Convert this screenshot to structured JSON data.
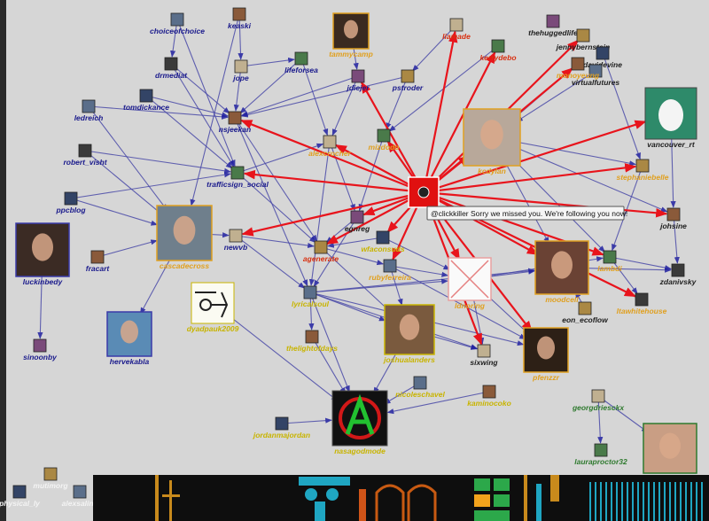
{
  "tooltip": "@clickkiller Sorry we missed you. We're following you now!",
  "colors": {
    "background": "#d6d6d6",
    "edge_blue": "#4a4aa8",
    "edge_red": "#e8141c",
    "hub": "#e01010"
  },
  "hub": {
    "name": "hub-node"
  },
  "nodes": [
    {
      "id": "choiceischoice",
      "label": "choiceofchoice",
      "color": "blue",
      "icon": "small"
    },
    {
      "id": "keaski",
      "label": "keaski",
      "color": "blue",
      "icon": "small"
    },
    {
      "id": "n_orange1",
      "label": "tammycamp",
      "color": "orange",
      "icon": "large"
    },
    {
      "id": "liamade",
      "label": "liamade",
      "color": "red",
      "icon": "small"
    },
    {
      "id": "kerrydebo",
      "label": "kerrydebo",
      "color": "red",
      "icon": "small"
    },
    {
      "id": "thehuggedlife",
      "label": "thehuggedlife",
      "color": "dark",
      "icon": "small"
    },
    {
      "id": "jennybernstein",
      "label": "jennybernstein",
      "color": "dark",
      "icon": "small"
    },
    {
      "id": "davidevine",
      "label": "davidevine",
      "color": "dark",
      "icon": "small"
    },
    {
      "id": "virtualfutures",
      "label": "virtualfutures",
      "color": "dark",
      "icon": "small"
    },
    {
      "id": "vancouver_rt",
      "label": "vancouver_rt",
      "color": "dark",
      "icon": "egg"
    },
    {
      "id": "drmediat",
      "label": "drmediat",
      "color": "blue",
      "icon": "small"
    },
    {
      "id": "jope",
      "label": "jope",
      "color": "blue",
      "icon": "small"
    },
    {
      "id": "lifeforsea",
      "label": "lifeforsea",
      "color": "blue",
      "icon": "small"
    },
    {
      "id": "n_blue_mid",
      "label": "jdiejer",
      "color": "blue",
      "icon": "small"
    },
    {
      "id": "pstroder",
      "label": "pstroder",
      "color": "blue",
      "icon": "small"
    },
    {
      "id": "tomdickance",
      "label": "tomdickance",
      "color": "blue",
      "icon": "small"
    },
    {
      "id": "ledreich",
      "label": "ledreich",
      "color": "blue",
      "icon": "small"
    },
    {
      "id": "n_blue_c1",
      "label": "nsjeekan",
      "color": "blue",
      "icon": "small"
    },
    {
      "id": "robert_visht",
      "label": "robert_visht",
      "color": "blue",
      "icon": "small"
    },
    {
      "id": "n_orange_c2",
      "label": "alexcrocher",
      "color": "orange",
      "icon": "small"
    },
    {
      "id": "n_orange_c3",
      "label": "mizdodo",
      "color": "orange",
      "icon": "small"
    },
    {
      "id": "n_orange_photo",
      "label": "kcdylan",
      "color": "orange",
      "icon": "large"
    },
    {
      "id": "n_orange_r1",
      "label": "stephaniebelle",
      "color": "orange",
      "icon": "small"
    },
    {
      "id": "ppcblog",
      "label": "ppcblog",
      "color": "blue",
      "icon": "small"
    },
    {
      "id": "luckinbedy",
      "label": "luckinbedy",
      "color": "blue",
      "icon": "large"
    },
    {
      "id": "fracart",
      "label": "fracart",
      "color": "blue",
      "icon": "small"
    },
    {
      "id": "n_big_left",
      "label": "cascadecross",
      "color": "orange",
      "icon": "large"
    },
    {
      "id": "newvb",
      "label": "newvb",
      "color": "blue",
      "icon": "small"
    },
    {
      "id": "n_trafficjam",
      "label": "trafficsign_social",
      "color": "blue",
      "icon": "small"
    },
    {
      "id": "egnreg",
      "label": "egnreg",
      "color": "dark",
      "icon": "small"
    },
    {
      "id": "agenerate",
      "label": "agenerate",
      "color": "red",
      "icon": "small"
    },
    {
      "id": "n_yellow1",
      "label": "wfaconsuds",
      "color": "yellow",
      "icon": "small"
    },
    {
      "id": "n_orange_mid",
      "label": "rubyferreira",
      "color": "orange",
      "icon": "small"
    },
    {
      "id": "johsine",
      "label": "johsine",
      "color": "dark",
      "icon": "small"
    },
    {
      "id": "zdanivsky",
      "label": "zdanivsky",
      "color": "dark",
      "icon": "small"
    },
    {
      "id": "n_orange_r2",
      "label": "moodcell",
      "color": "orange",
      "icon": "large"
    },
    {
      "id": "n_orange_r3",
      "label": "lambdi",
      "color": "orange",
      "icon": "small"
    },
    {
      "id": "sinoonby",
      "label": "sinoonby",
      "color": "blue",
      "icon": "small"
    },
    {
      "id": "hervekabla",
      "label": "hervekabla",
      "color": "blue",
      "icon": "large"
    },
    {
      "id": "dyadpauk",
      "label": "dyadpauk2009",
      "color": "yellow",
      "icon": "large"
    },
    {
      "id": "n_yellow_c",
      "label": "lyricalsoul",
      "color": "yellow",
      "icon": "small"
    },
    {
      "id": "n_yellow_mid",
      "label": "thelightofdays",
      "color": "yellow",
      "icon": "small"
    },
    {
      "id": "n_yellow_face",
      "label": "joshualanders",
      "color": "yellow",
      "icon": "large"
    },
    {
      "id": "sixwing",
      "label": "sixwing",
      "color": "dark",
      "icon": "small"
    },
    {
      "id": "pfenz",
      "label": "pfenzzr",
      "color": "orange",
      "icon": "large"
    },
    {
      "id": "n_blank",
      "label": "ldnoring",
      "color": "orange",
      "icon": "large"
    },
    {
      "id": "eon_ecoflow",
      "label": "eon_ecoflow",
      "color": "dark",
      "icon": "small"
    },
    {
      "id": "jordanmajordan",
      "label": "jordanmajordan",
      "color": "yellow",
      "icon": "small"
    },
    {
      "id": "n_yellow_b",
      "label": "nicoleschavel",
      "color": "yellow",
      "icon": "small"
    },
    {
      "id": "kaminocoko",
      "label": "kaminocoko",
      "color": "yellow",
      "icon": "small"
    },
    {
      "id": "anarchy",
      "label": "nasagodmode",
      "color": "yellow",
      "icon": "large"
    },
    {
      "id": "georgdrieslc",
      "label": "georgdriesckx",
      "color": "green",
      "icon": "small"
    },
    {
      "id": "lauraproctor32",
      "label": "lauraproctor32",
      "color": "green",
      "icon": "small"
    },
    {
      "id": "n_girl_br",
      "label": "",
      "color": "green",
      "icon": "large"
    },
    {
      "id": "mutimorg",
      "label": "mutimorg",
      "color": "white",
      "icon": "small"
    },
    {
      "id": "physical_ly",
      "label": "physical_ly",
      "color": "white",
      "icon": "small"
    },
    {
      "id": "alexsalins",
      "label": "alexsalins",
      "color": "white",
      "icon": "small"
    },
    {
      "id": "n_orange_top",
      "label": "monoyeung",
      "color": "orange",
      "icon": "small"
    },
    {
      "id": "n_orange_r4",
      "label": "ltawhitehouse",
      "color": "orange",
      "icon": "small"
    }
  ]
}
